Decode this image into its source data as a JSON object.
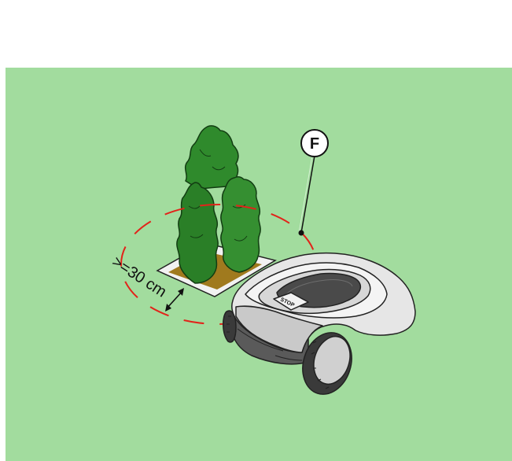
{
  "figure": {
    "callout_label": "F",
    "distance_label": ">=30 cm",
    "stop_button_label": "STOP"
  },
  "colors": {
    "lawn": "#a2dc9e",
    "boundary_dash": "#e2231a",
    "hedge_dark": "#1f6b1e",
    "hedge_mid": "#2f8a2c",
    "hedge_light": "#3aa037",
    "soil": "#a07a1e",
    "mower_body": "#e6e6e6",
    "mower_shade": "#bdbdbd",
    "mower_dark": "#4a4a4a"
  }
}
